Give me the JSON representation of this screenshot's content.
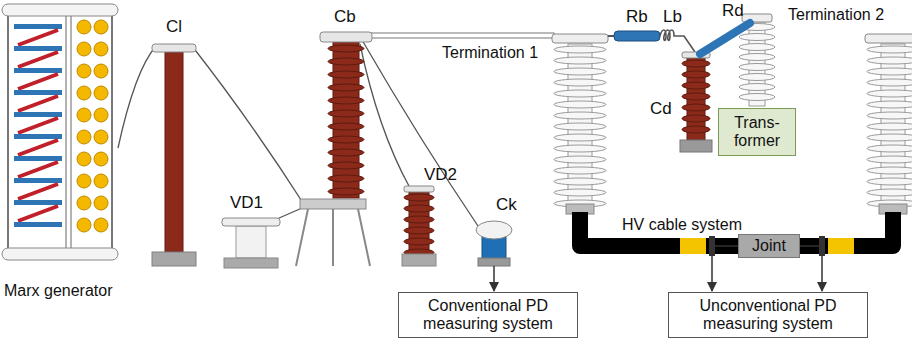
{
  "diagram": {
    "nodes": [
      {
        "text": [
          "Trans- former"
        ]
      },
      {
        "text": [
          "Conventional PD measuring system"
        ]
      },
      {
        "text": [
          "Joint"
        ]
      },
      {
        "text": [
          "Unconventional PD measuring system"
        ]
      }
    ],
    "edges": [
      {
        "from": 2,
        "to": 3,
        "arrow": "to"
      },
      {
        "from": 2,
        "to": 3,
        "arrow": "to"
      }
    ],
    "labels": [
      "Marx generator",
      "Cl",
      "VD1",
      "Cb",
      "VD2",
      "Ck",
      "Termination 1",
      "Rb",
      "Lb",
      "Rd",
      "Cd",
      "Termination 2",
      "HV cable system"
    ]
  }
}
